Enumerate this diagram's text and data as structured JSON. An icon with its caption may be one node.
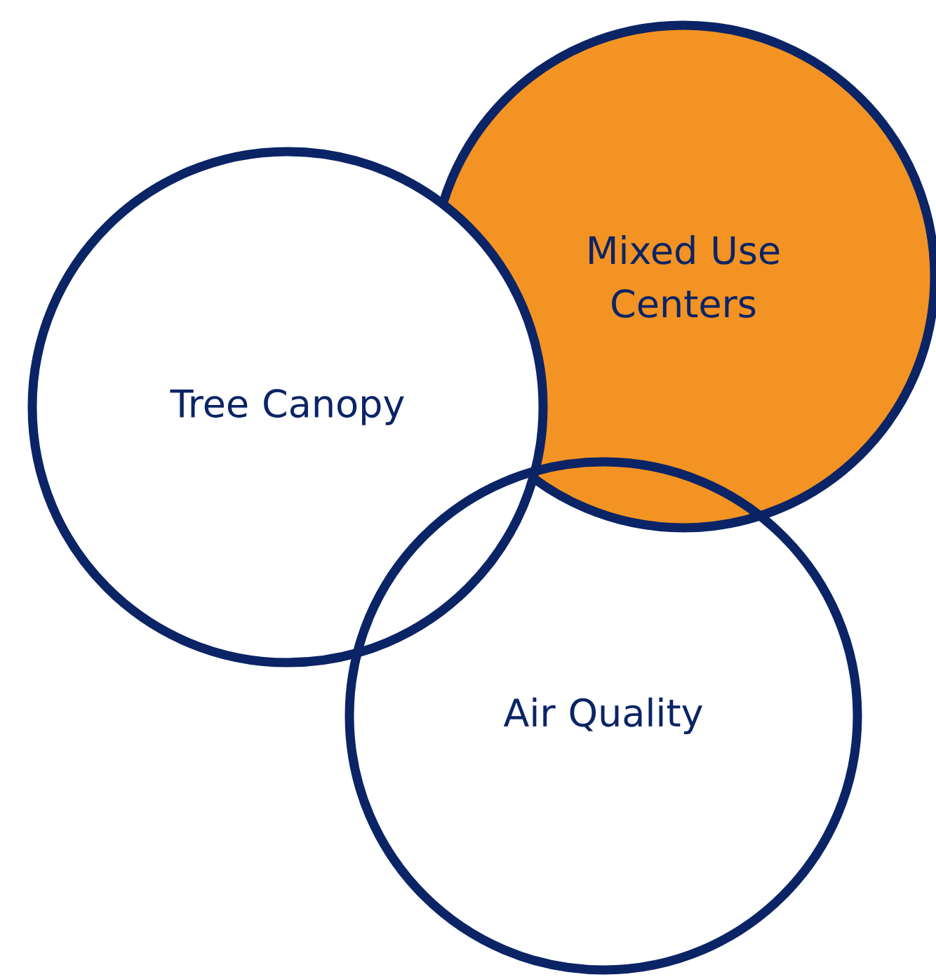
{
  "diagram": {
    "nodes": [
      {
        "text": [
          "Tree Canopy"
        ]
      },
      {
        "text": [
          "Mixed Use Centers"
        ]
      },
      {
        "text": [
          "Air Quality"
        ]
      }
    ]
  }
}
